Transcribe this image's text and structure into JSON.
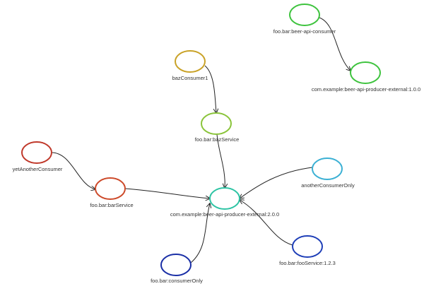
{
  "graph": {
    "nodes": [
      {
        "id": "beer-api-consumer",
        "label": "foo.bar:beer-api-consumer",
        "color": "#3ec33e"
      },
      {
        "id": "beer-api-producer-external-100",
        "label": "com.example:beer-api-producer-external:1.0.0",
        "color": "#3ec33e"
      },
      {
        "id": "bazConsumer1",
        "label": "bazConsumer1",
        "color": "#c9a227"
      },
      {
        "id": "bazService",
        "label": "foo.bar:bazService",
        "color": "#8ac43a"
      },
      {
        "id": "yetAnotherConsumer",
        "label": "yetAnotherConsumer",
        "color": "#c0392b"
      },
      {
        "id": "barService",
        "label": "foo.bar:barService",
        "color": "#cd4a2a"
      },
      {
        "id": "beer-api-producer-external-200",
        "label": "com.example:beer-api-producer-external:2.0.0",
        "color": "#2ec4a4"
      },
      {
        "id": "anotherConsumerOnly",
        "label": "anotherConsumerOnly",
        "color": "#3bb0d4"
      },
      {
        "id": "fooService",
        "label": "foo.bar:fooService:1.2.3",
        "color": "#1f3fb8"
      },
      {
        "id": "consumerOnly",
        "label": "foo.bar:consumerOnly",
        "color": "#1a2fa6"
      }
    ],
    "edges": [
      {
        "from": "beer-api-consumer",
        "to": "beer-api-producer-external-100"
      },
      {
        "from": "bazConsumer1",
        "to": "bazService"
      },
      {
        "from": "bazService",
        "to": "beer-api-producer-external-200"
      },
      {
        "from": "yetAnotherConsumer",
        "to": "barService"
      },
      {
        "from": "barService",
        "to": "beer-api-producer-external-200"
      },
      {
        "from": "anotherConsumerOnly",
        "to": "beer-api-producer-external-200"
      },
      {
        "from": "fooService",
        "to": "beer-api-producer-external-200"
      },
      {
        "from": "consumerOnly",
        "to": "beer-api-producer-external-200"
      }
    ]
  }
}
